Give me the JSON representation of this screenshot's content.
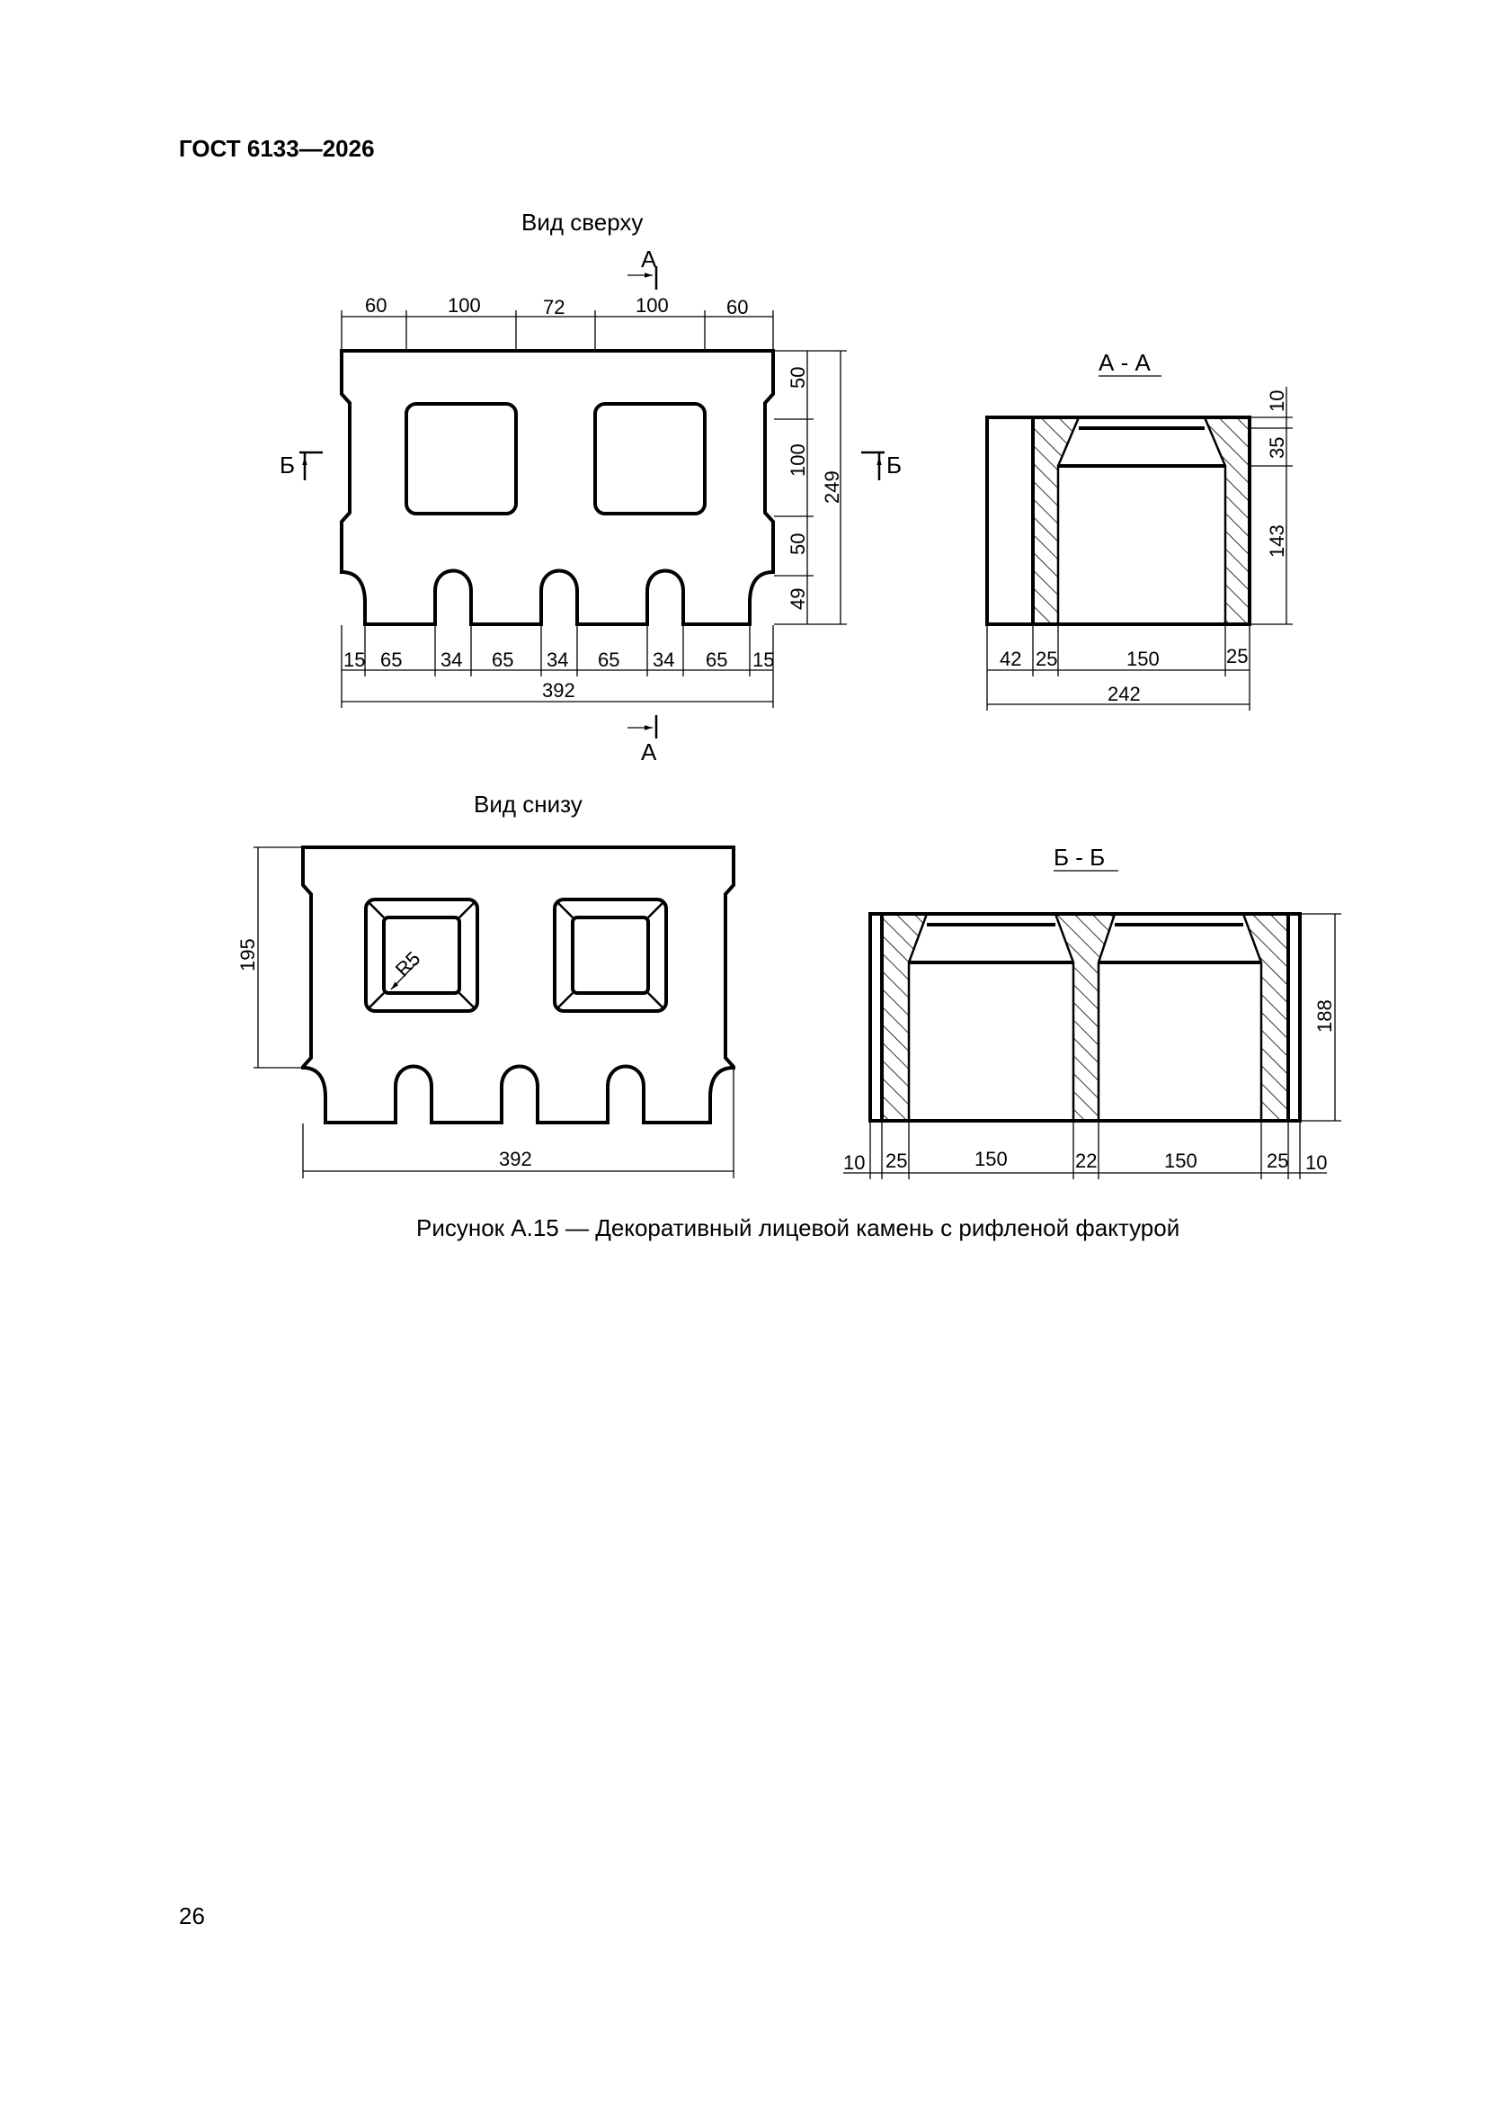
{
  "document": {
    "header": "ГОСТ 6133—2026",
    "page_number": "26",
    "caption": "Рисунок А.15 — Декоративный лицевой камень с рифленой фактурой"
  },
  "views": {
    "top_view_title": "Вид сверху",
    "bottom_view_title": "Вид снизу",
    "section_aa_title": "А - А",
    "section_bb_title": "Б - Б",
    "mark_a": "А",
    "mark_b": "Б",
    "radius_label": "R5"
  },
  "dimensions": {
    "top_view": {
      "top_chain": [
        "60",
        "100",
        "72",
        "100",
        "60"
      ],
      "bottom_chain": [
        "15",
        "65",
        "34",
        "65",
        "34",
        "65",
        "34",
        "65",
        "15"
      ],
      "overall_width": "392",
      "right_chain": [
        "50",
        "100",
        "50",
        "49"
      ],
      "overall_height": "249"
    },
    "section_aa": {
      "right_chain": [
        "10",
        "35",
        "143"
      ],
      "bottom_chain": [
        "42",
        "25",
        "150",
        "25"
      ],
      "overall_width": "242"
    },
    "bottom_view": {
      "left_height": "195",
      "overall_width": "392"
    },
    "section_bb": {
      "right_height": "188",
      "bottom_chain": [
        "10",
        "25",
        "150",
        "22",
        "150",
        "25",
        "10"
      ]
    }
  }
}
